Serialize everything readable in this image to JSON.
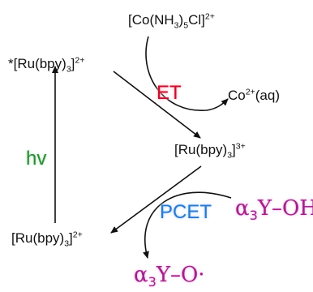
{
  "labels": {
    "co_complex": {
      "pre": "[Co(NH",
      "sub": "3",
      "mid": ")",
      "sub2": "5",
      "post": "Cl]",
      "sup": "2+"
    },
    "ru_excited": {
      "pre": "*[Ru(bpy)",
      "sub": "3",
      "post": "]",
      "sup": "2+"
    },
    "et": "ET",
    "co_product": {
      "pre": "Co",
      "sup": "2+",
      "post": "(aq)"
    },
    "hv": "hv",
    "ru_3plus": {
      "pre": "[Ru(bpy)",
      "sub": "3",
      "post": "]",
      "sup": "3+"
    },
    "pcet": "PCET",
    "tyr_oh": {
      "pre": "α",
      "sub": "3",
      "post": "Y–OH"
    },
    "ru_ground": {
      "pre": "[Ru(bpy)",
      "sub": "3",
      "post": "]",
      "sup": "2+"
    },
    "tyr_radical": {
      "pre": "α",
      "sub": "3",
      "post": "Y–O·"
    }
  },
  "colors": {
    "arrow": "#111111",
    "et": "#c8102e",
    "pcet": "#2a7ad0",
    "hv": "#2e8b3a",
    "tyrosine": "#a0238a"
  }
}
